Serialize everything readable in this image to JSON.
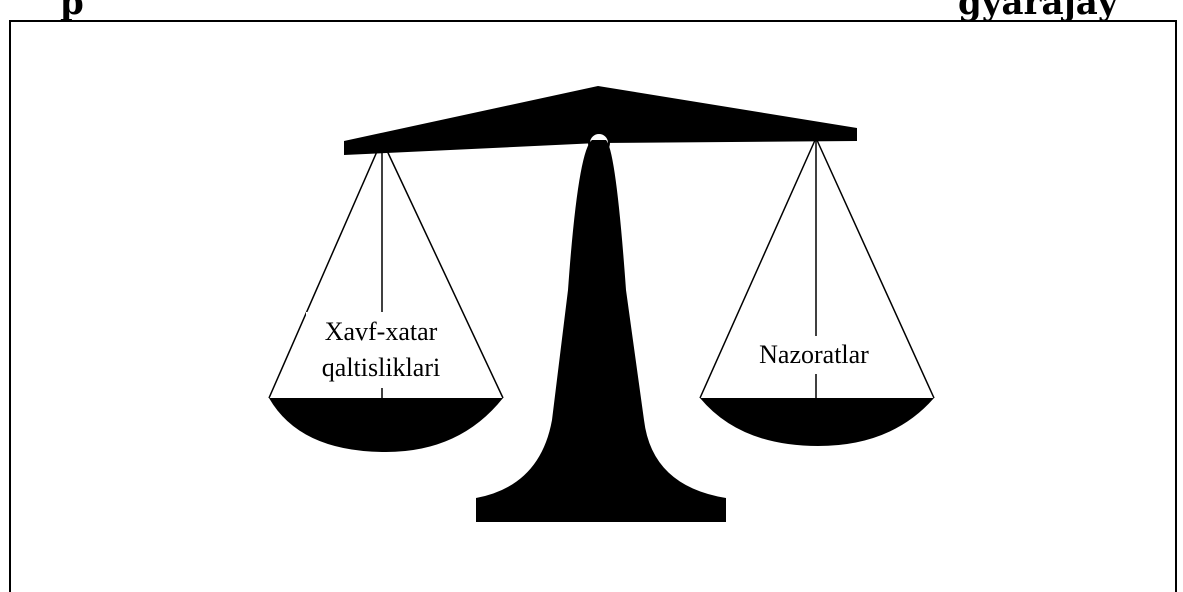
{
  "heading": {
    "left_fragment": "p",
    "right_fragment": "gyarajay"
  },
  "diagram": {
    "left_pan_label_line1": "Xavf-xatar",
    "left_pan_label_line2": "qaltisliklari",
    "right_pan_label": "Nazoratlar"
  },
  "colors": {
    "ink": "#000000",
    "background": "#ffffff"
  }
}
